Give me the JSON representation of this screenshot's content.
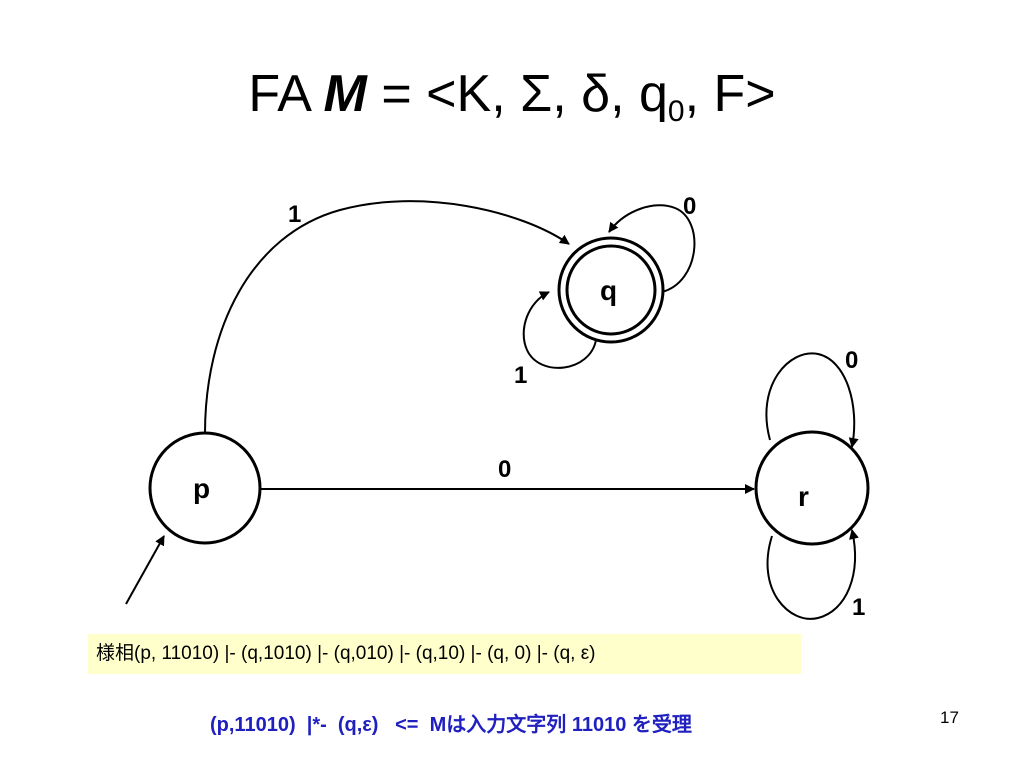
{
  "title": {
    "prefix": "FA ",
    "machine": "M",
    "middle": " = <K, Σ, δ, q",
    "subscript": "0",
    "suffix": ", F>"
  },
  "states": [
    {
      "id": "q",
      "label": "q",
      "accepting": true
    },
    {
      "id": "p",
      "label": "p",
      "initial": true
    },
    {
      "id": "r",
      "label": "r"
    }
  ],
  "transitions": [
    {
      "from": "p",
      "to": "q",
      "label": "1"
    },
    {
      "from": "q",
      "to": "q",
      "label": "0"
    },
    {
      "from": "q",
      "to": "q",
      "label": "1"
    },
    {
      "from": "p",
      "to": "r",
      "label": "0"
    },
    {
      "from": "r",
      "to": "r",
      "label": "0"
    },
    {
      "from": "r",
      "to": "r",
      "label": "1"
    }
  ],
  "configuration_text": "様相(p, 11010) |- (q,1010) |- (q,010) |- (q,10) |- (q, 0) |- (q, ε)",
  "note_text": "(p,11010)  |*-  (q,ε)   <=  Mは入力文字列 11010 を受理",
  "page_number": "17",
  "colors": {
    "note": "#2020c0",
    "highlight": "#ffffcc",
    "ink": "#000000"
  }
}
